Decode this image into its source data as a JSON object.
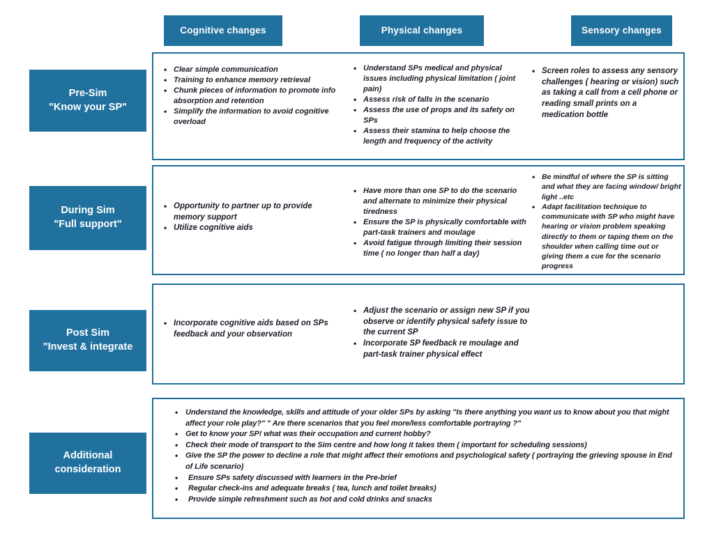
{
  "colors": {
    "teal": "#21719E",
    "border": "#1E6E9C",
    "text": "#1A1A26",
    "background": "#FFFFFF"
  },
  "headers": [
    {
      "label": "Cognitive changes"
    },
    {
      "label": "Physical changes"
    },
    {
      "label": "Sensory changes"
    }
  ],
  "rows": [
    {
      "label_line1": "Pre-Sim",
      "label_line2": "\"Know your SP\"",
      "cols": [
        {
          "items": [
            "Clear simple communication",
            "Training to enhance memory retrieval",
            "Chunk pieces of information to promote info absorption and retention",
            "Simplify the information to avoid cognitive overload"
          ]
        },
        {
          "items": [
            "Understand SPs medical and physical issues including physical limitation ( joint pain)",
            "Assess risk of falls in the scenario",
            "Assess the use of props and its safety on SPs",
            "Assess their stamina to help choose the length and frequency of the activity"
          ]
        },
        {
          "items": [
            "Screen roles to assess any sensory challenges ( hearing or vision) such as taking a call from a cell phone or reading small prints on a medication bottle"
          ]
        }
      ]
    },
    {
      "label_line1": "During Sim",
      "label_line2": "\"Full support\"",
      "cols": [
        {
          "items": [
            "Opportunity to partner up to provide memory support",
            "Utilize cognitive aids"
          ]
        },
        {
          "items": [
            "Have more than one SP to do the scenario and alternate to minimize their physical tiredness",
            "Ensure the SP is physically comfortable with part-task trainers and moulage",
            "Avoid fatigue through limiting their session time ( no longer than half a day)"
          ]
        },
        {
          "items": [
            "Be mindful of where the SP is sitting and what they are facing window/ bright light ..etc",
            "Adapt facilitation technique to communicate with SP who might have hearing or vision problem speaking directly to them or taping them on the shoulder when calling time out or giving them a cue for the scenario progress"
          ]
        }
      ]
    },
    {
      "label_line1": "Post Sim",
      "label_line2": "\"Invest & integrate",
      "cols": [
        {
          "items": [
            "Incorporate cognitive aids based on SPs feedback and your observation"
          ]
        },
        {
          "items": [
            "Adjust the scenario or assign new SP if you observe or identify physical safety issue to the current SP",
            "Incorporate SP feedback re moulage and part-task trainer physical effect"
          ]
        },
        {
          "items": []
        }
      ]
    },
    {
      "label_line1": "Additional",
      "label_line2": "consideration",
      "items": [
        "Understand the knowledge, skills and attitude of your older SPs by asking \"Is there anything you want us to know about you that might affect your role play?\" \" Are there scenarios that you feel more/less comfortable portraying ?\"",
        "Get to know your SP! what was their occupation and current hobby?",
        "Check their mode of transport to the Sim centre and how long it takes them ( important for scheduling sessions)",
        "Give the SP the power to decline a role that might affect their emotions and psychological safety ( portraying the grieving spouse in End of Life scenario)",
        "Ensure SPs safety discussed with learners in the Pre-brief",
        "Regular check-ins and adequate breaks ( tea, lunch and toilet breaks)",
        "Provide simple refreshment such as hot and cold drinks and snacks"
      ]
    }
  ]
}
